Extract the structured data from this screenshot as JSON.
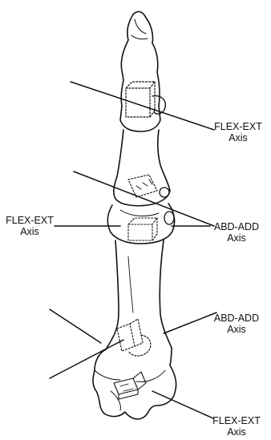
{
  "colors": {
    "ink": "#111111",
    "paper": "#ffffff"
  },
  "labels": [
    {
      "id": "distal-ip-flex-ext",
      "line1": "FLEX-EXT",
      "line2": "Axis"
    },
    {
      "id": "pip-flex-ext",
      "line1": "FLEX-EXT",
      "line2": "Axis"
    },
    {
      "id": "pip-abd-add",
      "line1": "ABD-ADD",
      "line2": "Axis"
    },
    {
      "id": "base-abd-add",
      "line1": "ABD-ADD",
      "line2": "Axis"
    },
    {
      "id": "base-flex-ext",
      "line1": "FLEX-EXT",
      "line2": "Axis"
    }
  ]
}
